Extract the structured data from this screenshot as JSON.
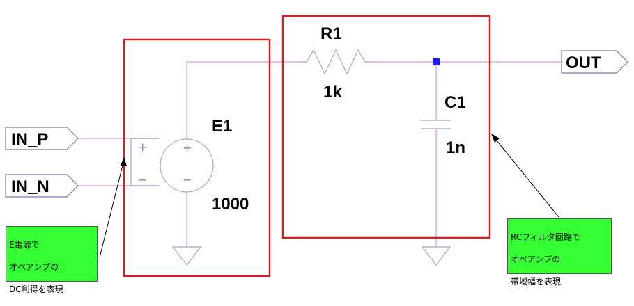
{
  "ports": {
    "in_p": "IN_P",
    "in_n": "IN_N",
    "out": "OUT"
  },
  "components": {
    "e1": {
      "name": "E1",
      "value": "1000",
      "plus": "+",
      "minus": "−"
    },
    "r1": {
      "name": "R1",
      "value": "1k"
    },
    "c1": {
      "name": "C1",
      "value": "1n"
    }
  },
  "notes": {
    "left": {
      "lines": [
        "E電源で",
        "オペアンプの",
        "DC利得を表現"
      ]
    },
    "right": {
      "lines": [
        "RCフィルタ回路で",
        "オペアンプの",
        "帯域幅を表現"
      ]
    }
  },
  "colors": {
    "wire": "#e8a8e0",
    "component": "#a5a5c8",
    "highlight_box": "#d81e1e",
    "note_bg": "#33ff33",
    "node_dot": "#1a1aff"
  }
}
